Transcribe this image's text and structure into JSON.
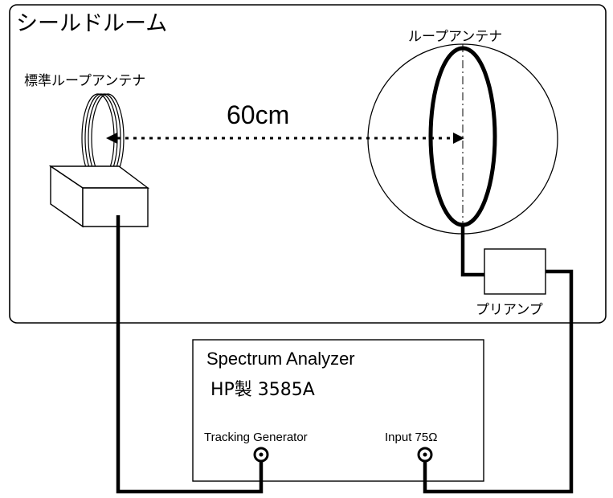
{
  "diagram": {
    "room_label": "シールドルーム",
    "standard_antenna_label": "標準ループアンテナ",
    "loop_antenna_label": "ループアンテナ",
    "distance_label": "60cm",
    "preamp_label": "プリアンプ",
    "analyzer": {
      "title": "Spectrum Analyzer",
      "model": "HP製 3585A",
      "port_tracking": "Tracking Generator",
      "port_input": "Input 75Ω"
    }
  },
  "colors": {
    "line": "#000000",
    "background": "#ffffff"
  }
}
